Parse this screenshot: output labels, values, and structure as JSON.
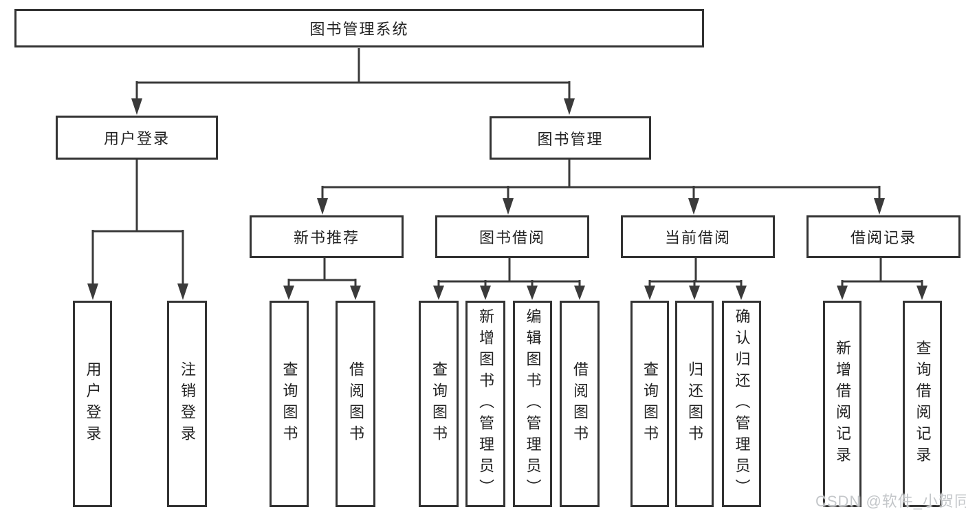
{
  "root": {
    "label": "图书管理系统"
  },
  "user_login": {
    "label": "用户登录",
    "children": [
      {
        "label": "用户登录"
      },
      {
        "label": "注销登录"
      }
    ]
  },
  "book_mgmt": {
    "label": "图书管理",
    "modules": [
      {
        "label": "新书推荐",
        "children": [
          {
            "label": "查询图书"
          },
          {
            "label": "借阅图书"
          }
        ]
      },
      {
        "label": "图书借阅",
        "children": [
          {
            "label": "查询图书"
          },
          {
            "label": "新增图书（管理员）"
          },
          {
            "label": "编辑图书（管理员）"
          },
          {
            "label": "借阅图书"
          }
        ]
      },
      {
        "label": "当前借阅",
        "children": [
          {
            "label": "查询图书"
          },
          {
            "label": "归还图书"
          },
          {
            "label": "确认归还（管理员）"
          }
        ]
      },
      {
        "label": "借阅记录",
        "children": [
          {
            "label": "新增借阅记录"
          },
          {
            "label": "查询借阅记录"
          }
        ]
      }
    ]
  },
  "watermark": {
    "text": "CSDN @软件_小贺同学"
  },
  "colors": {
    "background": "#ffffff",
    "line": "#3a3a3a",
    "box_border": "#333333",
    "text": "#222222",
    "watermark": "#c4c7ca"
  }
}
